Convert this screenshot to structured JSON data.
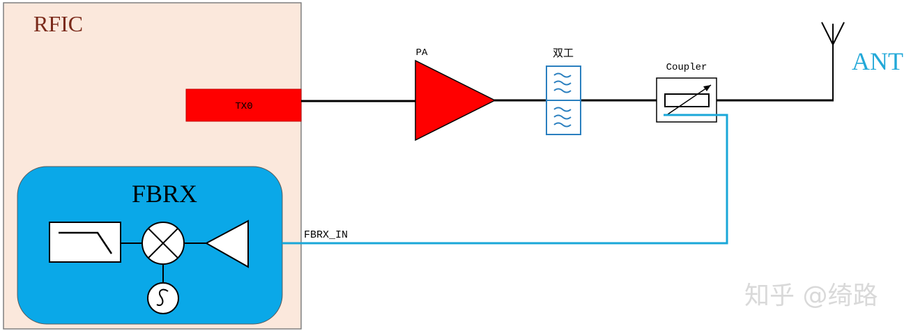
{
  "rfic": {
    "title": "RFIC",
    "tx_port": "TX0"
  },
  "fbrx": {
    "title": "FBRX",
    "input_label": "FBRX_IN"
  },
  "pa": {
    "label": "PA"
  },
  "duplexer": {
    "label": "双工"
  },
  "coupler": {
    "label": "Coupler"
  },
  "antenna": {
    "label": "ANT"
  },
  "watermark": {
    "text": "知乎 @绮路"
  },
  "colors": {
    "rfic_fill": "#fbe8dc",
    "fbrx_fill": "#0aa8e8",
    "tx_red": "#ff0000",
    "feedback_line": "#1aa7d8",
    "ant_text": "#22a8d8",
    "rfic_text": "#7a2a1a",
    "duplexer_stroke": "#2a7fbf"
  }
}
